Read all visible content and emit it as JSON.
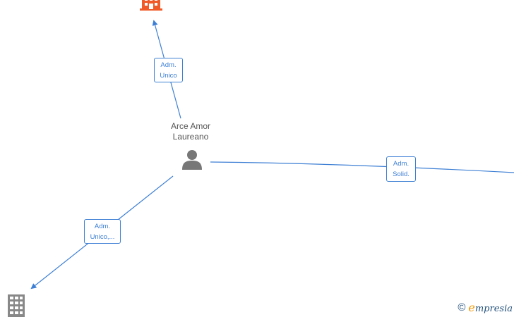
{
  "person": {
    "name_line1": "Arce Amor",
    "name_line2": "Laureano",
    "icon": "person-icon"
  },
  "nodes": [
    {
      "id": "company-top",
      "icon": "building-icon",
      "color": "#f05a28"
    },
    {
      "id": "company-bottom-left",
      "icon": "building-icon",
      "color": "#888888"
    }
  ],
  "edges": [
    {
      "id": "to-top",
      "line1": "Adm.",
      "line2": "Unico"
    },
    {
      "id": "to-right",
      "line1": "Adm.",
      "line2": "Solid."
    },
    {
      "id": "to-bottom-left",
      "line1": "Adm.",
      "line2": "Unico,..."
    }
  ],
  "brand": {
    "copyright": "©",
    "e_letter": "e",
    "rest": "mpresia"
  },
  "colors": {
    "edge": "#3d7fd4",
    "person": "#777777",
    "accent_company": "#f05a28",
    "neutral_company": "#888888"
  }
}
